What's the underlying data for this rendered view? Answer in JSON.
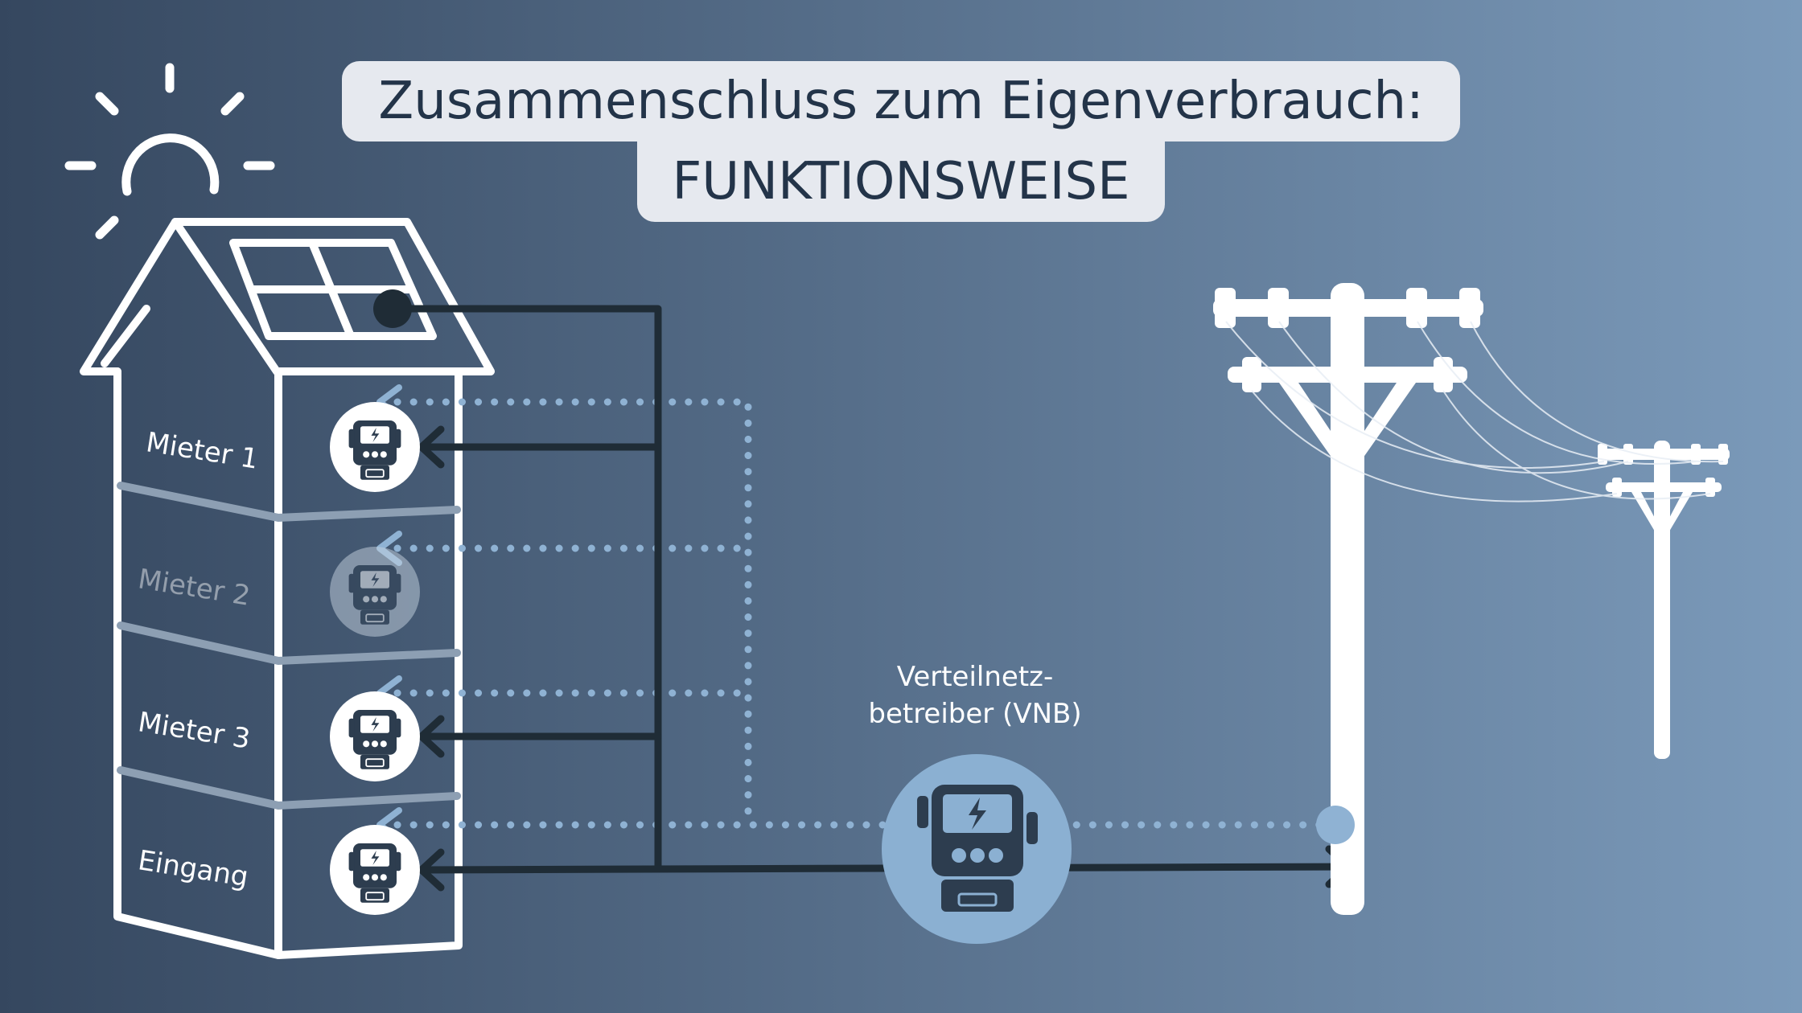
{
  "title": {
    "line1": "Zusammenschluss zum Eigenverbrauch:",
    "line2": "FUNKTIONSWEISE"
  },
  "building": {
    "floors": [
      {
        "label": "Mieter 1",
        "meter_active": true
      },
      {
        "label": "Mieter 2",
        "meter_active": false
      },
      {
        "label": "Mieter 3",
        "meter_active": true
      },
      {
        "label": "Eingang",
        "meter_active": true
      }
    ]
  },
  "grid_operator": {
    "label_line1": "Verteilnetz-",
    "label_line2": "betreiber (VNB)"
  },
  "icons": {
    "sun": "sun-icon",
    "solar_panel": "solar-panel-icon",
    "meter": "electricity-meter-icon",
    "utility_pole": "utility-pole-icon"
  },
  "colors": {
    "background_start": "#35475f",
    "background_end": "#7b9aba",
    "line_dark": "#1f2c36",
    "line_dotted": "#8fb2d3",
    "meter_bg": "#8bb0d2",
    "white": "#ffffff"
  }
}
